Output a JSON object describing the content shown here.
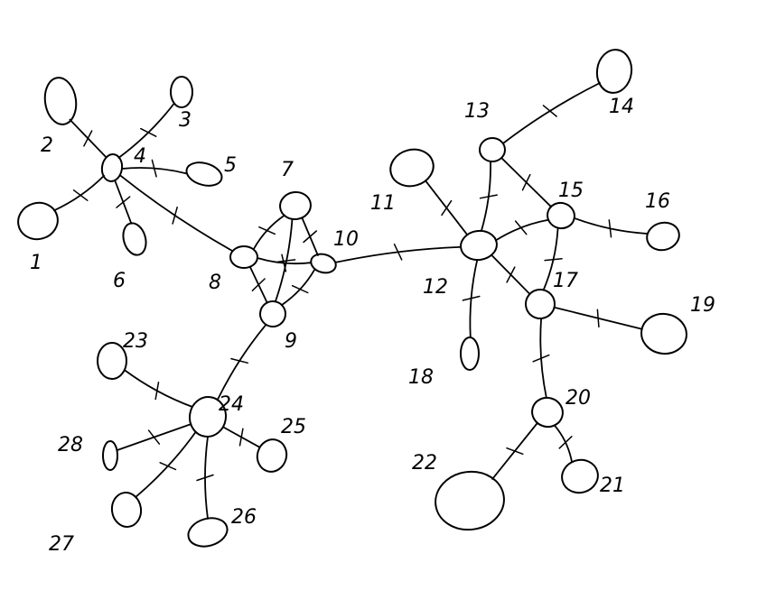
{
  "diagram": {
    "type": "hand-drawn graph",
    "ink_color": "#000000",
    "background": "#ffffff",
    "nodes": [
      {
        "id": "1",
        "label": "1"
      },
      {
        "id": "2",
        "label": "2"
      },
      {
        "id": "3",
        "label": "3"
      },
      {
        "id": "4",
        "label": "4"
      },
      {
        "id": "5",
        "label": "5"
      },
      {
        "id": "6",
        "label": "6"
      },
      {
        "id": "7",
        "label": "7"
      },
      {
        "id": "8",
        "label": "8"
      },
      {
        "id": "9",
        "label": "9"
      },
      {
        "id": "10",
        "label": "10"
      },
      {
        "id": "11",
        "label": "11"
      },
      {
        "id": "12",
        "label": "12"
      },
      {
        "id": "13",
        "label": "13"
      },
      {
        "id": "14",
        "label": "14"
      },
      {
        "id": "15",
        "label": "15"
      },
      {
        "id": "16",
        "label": "16"
      },
      {
        "id": "17",
        "label": "17"
      },
      {
        "id": "18",
        "label": "18"
      },
      {
        "id": "19",
        "label": "19"
      },
      {
        "id": "20",
        "label": "20"
      },
      {
        "id": "21",
        "label": "21"
      },
      {
        "id": "22",
        "label": "22"
      },
      {
        "id": "23",
        "label": "23"
      },
      {
        "id": "24",
        "label": "24"
      },
      {
        "id": "25",
        "label": "25"
      },
      {
        "id": "26",
        "label": "26"
      },
      {
        "id": "27",
        "label": "27"
      },
      {
        "id": "28",
        "label": "28"
      }
    ],
    "edges": [
      [
        "4",
        "1"
      ],
      [
        "4",
        "2"
      ],
      [
        "4",
        "3"
      ],
      [
        "4",
        "5"
      ],
      [
        "4",
        "6"
      ],
      [
        "4",
        "8"
      ],
      [
        "8",
        "7"
      ],
      [
        "8",
        "9"
      ],
      [
        "8",
        "10"
      ],
      [
        "7",
        "9"
      ],
      [
        "7",
        "10"
      ],
      [
        "9",
        "10"
      ],
      [
        "10",
        "12"
      ],
      [
        "12",
        "11"
      ],
      [
        "12",
        "13"
      ],
      [
        "12",
        "15"
      ],
      [
        "12",
        "17"
      ],
      [
        "12",
        "18"
      ],
      [
        "13",
        "14"
      ],
      [
        "13",
        "15"
      ],
      [
        "15",
        "16"
      ],
      [
        "15",
        "17"
      ],
      [
        "17",
        "19"
      ],
      [
        "17",
        "20"
      ],
      [
        "20",
        "21"
      ],
      [
        "20",
        "22"
      ],
      [
        "9",
        "24"
      ],
      [
        "24",
        "23"
      ],
      [
        "24",
        "25"
      ],
      [
        "24",
        "26"
      ],
      [
        "24",
        "27"
      ],
      [
        "24",
        "28"
      ]
    ]
  }
}
